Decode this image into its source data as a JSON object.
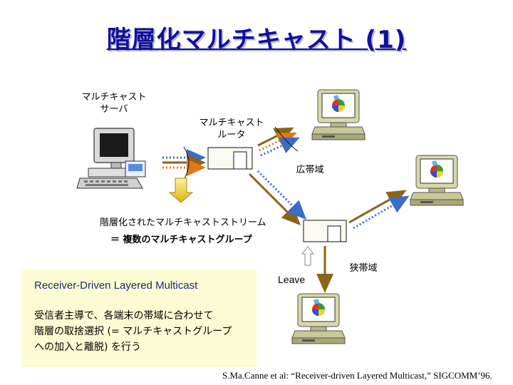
{
  "title": "階層化マルチキャスト (1)",
  "labels": {
    "server": [
      "マルチキャスト",
      "サーバ"
    ],
    "router": [
      "マルチキャスト",
      "ルータ"
    ],
    "wideband": "広帯域",
    "narrowband": "狭帯域",
    "leave": "Leave",
    "stream_line1": "階層化されたマルチキャストストリーム",
    "stream_line2": "＝ 複数のマルチキャストグループ"
  },
  "panel": {
    "heading": "Receiver-Driven Layered Multicast",
    "body": [
      "受信者主導で、各端末の帯域に合わせて",
      "階層の取捨選択 (= マルチキャストグループ",
      "への加入と離脱) を行う"
    ]
  },
  "citation": "S.Ma.Canne et al: “Receiver-driven Layered Multicast,” SIGCOMM’96.",
  "colors": {
    "title": "#1010a0",
    "stream_orange": "#e07818",
    "stream_brown": "#8a6418",
    "stream_blue": "#3a6cc8",
    "panel_bg": "#fdfbd3",
    "monitor_body": "#d8d8a8"
  }
}
